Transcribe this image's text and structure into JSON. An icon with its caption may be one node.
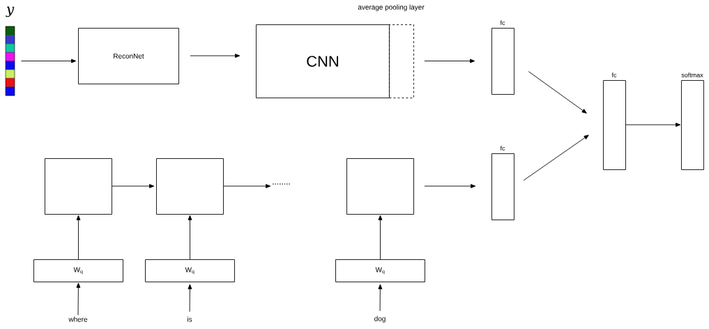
{
  "diagram": {
    "nodes": [
      {
        "text": [],
        "shape": "bar",
        "beside": [
          "y"
        ]
      },
      {
        "text": [
          "ReconNet"
        ]
      },
      {
        "text": [
          "CNN"
        ]
      },
      {
        "text": [
          "average pooling layer"
        ]
      },
      {
        "text": [
          "fc"
        ]
      },
      {
        "text": [
          "fc"
        ]
      },
      {
        "text": [
          "softmax"
        ]
      },
      {
        "text": [],
        "shape": "box"
      },
      {
        "text": [],
        "shape": "box"
      },
      {
        "text": [],
        "shape": "box"
      },
      {
        "text": [
          "fc"
        ]
      },
      {
        "text": [
          "W$_{q}$"
        ]
      },
      {
        "text": [
          "W$_{q}$"
        ]
      },
      {
        "text": [
          "W$_{q}$"
        ]
      },
      {
        "text": [
          "where"
        ]
      },
      {
        "text": [
          "is"
        ]
      },
      {
        "text": [
          "dog"
        ]
      },
      {
        "text": [
          "........"
        ]
      }
    ],
    "edges": [
      {
        "from": 0,
        "to": 1,
        "arrow": "to"
      },
      {
        "from": 1,
        "to": 2,
        "arrow": "to"
      },
      {
        "from": 3,
        "to": 4,
        "arrow": "to"
      },
      {
        "from": 4,
        "to": 5,
        "arrow": "to"
      },
      {
        "from": 10,
        "to": 5,
        "arrow": "to"
      },
      {
        "from": 5,
        "to": 6,
        "arrow": "to"
      },
      {
        "from": 7,
        "to": 8,
        "arrow": "to"
      },
      {
        "from": 8,
        "to": 17,
        "arrow": "to"
      },
      {
        "from": 9,
        "to": 10,
        "arrow": "to"
      },
      {
        "from": 11,
        "to": 7,
        "arrow": "to"
      },
      {
        "from": 12,
        "to": 8,
        "arrow": "to"
      },
      {
        "from": 13,
        "to": 9,
        "arrow": "to"
      },
      {
        "from": 14,
        "to": 11,
        "arrow": "to"
      },
      {
        "from": 15,
        "to": 12,
        "arrow": "to"
      },
      {
        "from": 16,
        "to": 13,
        "arrow": "to"
      }
    ]
  }
}
